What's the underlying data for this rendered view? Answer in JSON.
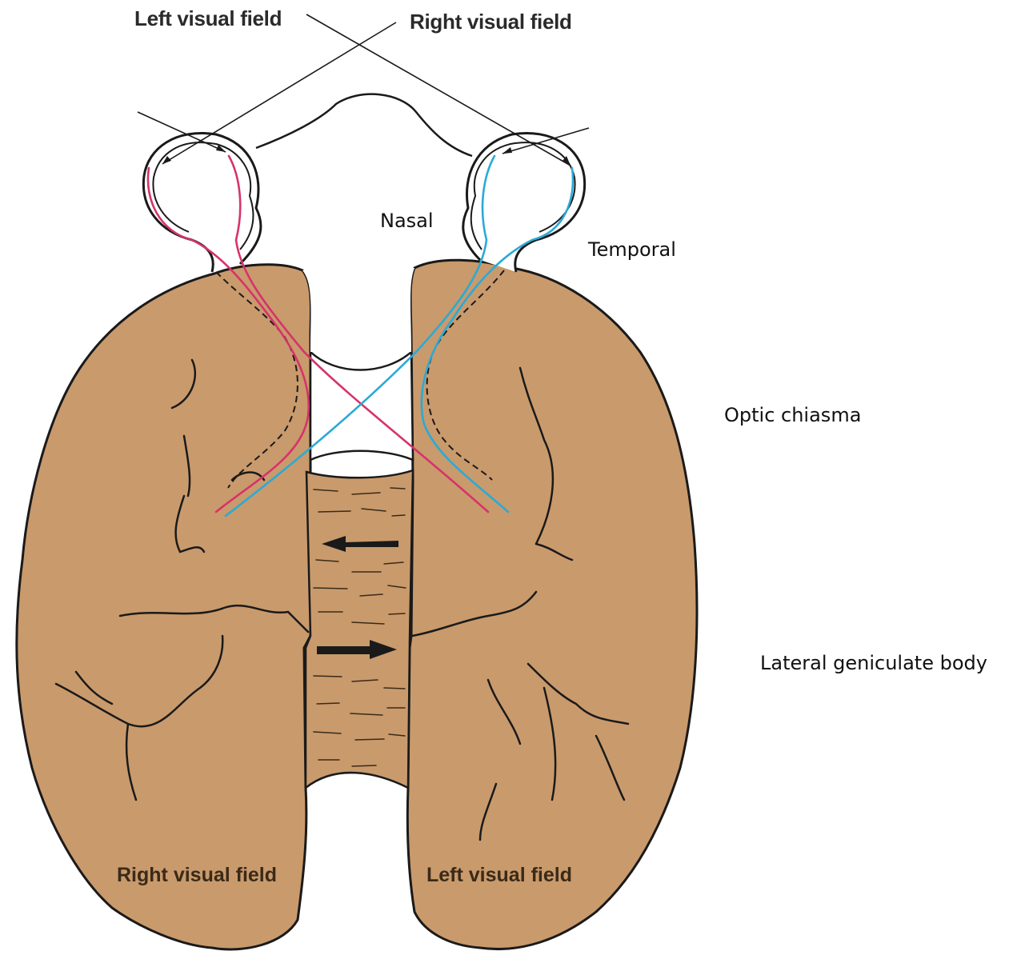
{
  "labels": {
    "left_visual_field_top": "Left visual field",
    "right_visual_field_top": "Right visual field",
    "nasal": "Nasal",
    "temporal": "Temporal",
    "optic_chiasma": "Optic chiasma",
    "lateral_geniculate_body": "Lateral geniculate body",
    "right_visual_field_brain": "Right visual field",
    "left_visual_field_brain": "Left visual field"
  },
  "colors": {
    "brain_fill": "#c99a6c",
    "outline": "#1a1a1a",
    "right_eye_pathway": "#d6336b",
    "left_eye_pathway": "#2aaad6",
    "background": "#ffffff"
  }
}
